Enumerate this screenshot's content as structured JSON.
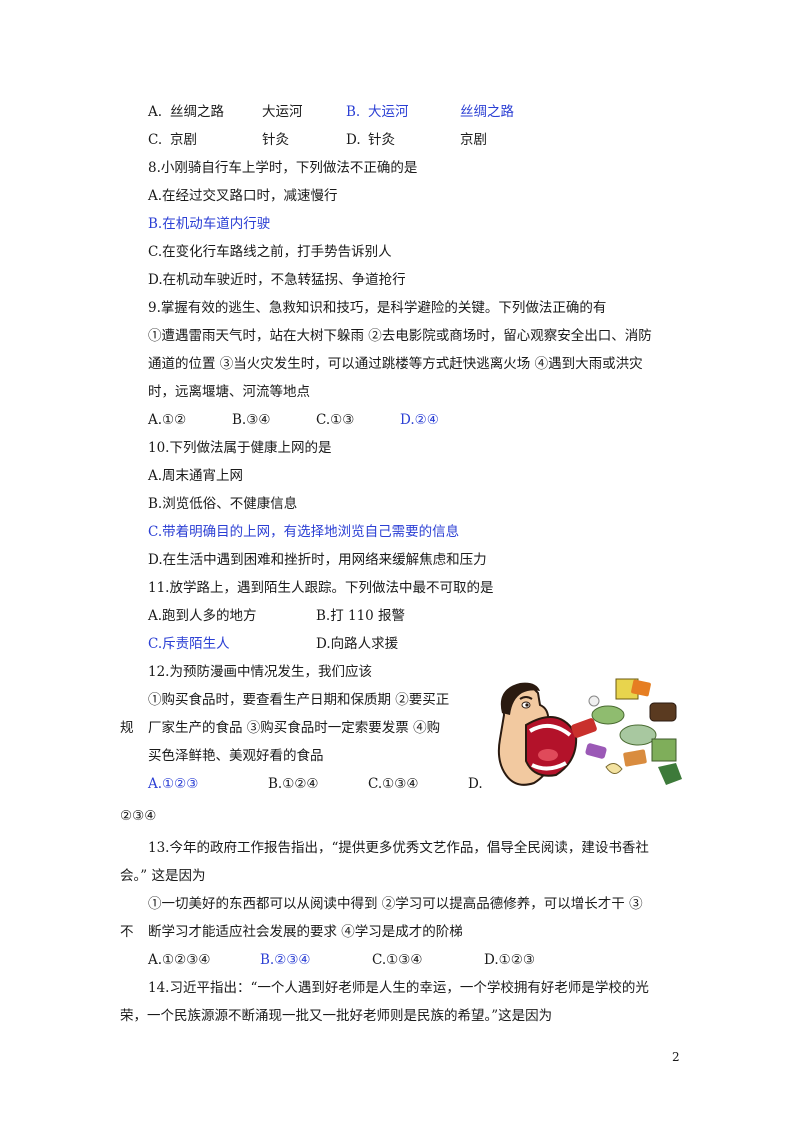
{
  "q7": {
    "row_a": {
      "label": "A.",
      "a": "丝绸之路",
      "b": "大运河",
      "c_label": "B.",
      "c": "大运河",
      "d": "丝绸之路"
    },
    "row_c": {
      "label": "C.",
      "a": "京剧",
      "b": "针灸",
      "c_label": "D.",
      "c": "针灸",
      "d": "京剧"
    }
  },
  "q8": {
    "stem": "8.小刚骑自行车上学时，下列做法不正确的是",
    "options": [
      "A.在经过交叉路口时，减速慢行",
      "B.在机动车道内行驶",
      "C.在变化行车路线之前，打手势告诉别人",
      "D.在机动车驶近时，不急转猛拐、争道抢行"
    ]
  },
  "q9": {
    "stem": "9.掌握有效的逃生、急救知识和技巧，是科学避险的关键。下列做法正确的有",
    "body": [
      "①遭遇雷雨天气时，站在大树下躲雨 ②去电影院或商场时，留心观察安全出口、消防",
      "通道的位置 ③当火灾发生时，可以通过跳楼等方式赶快逃离火场 ④遇到大雨或洪灾",
      "时，远离堰塘、河流等地点"
    ],
    "options": [
      "A.①②",
      "B.③④",
      "C.①③",
      "D.②④"
    ]
  },
  "q10": {
    "stem": "10.下列做法属于健康上网的是",
    "options": [
      "A.周末通宵上网",
      "B.浏览低俗、不健康信息",
      "C.带着明确目的上网，有选择地浏览自己需要的信息",
      "D.在生活中遇到困难和挫折时，用网络来缓解焦虑和压力"
    ]
  },
  "q11": {
    "stem": "11.放学路上，遇到陌生人跟踪。下列做法中最不可取的是",
    "options": [
      "A.跑到人多的地方",
      "B.打 110 报警",
      "C.斥责陌生人",
      "D.向路人求援"
    ]
  },
  "q12": {
    "stem": "12.为预防漫画中情况发生，我们应该",
    "body": [
      "①购买食品时，要查看生产日期和保质期 ②要买正",
      "厂家生产的食品 ③购买食品时一定索要发票 ④购",
      "买色泽鲜艳、美观好看的食品"
    ],
    "margin_char": "规",
    "options": [
      "A.①②③",
      "B.①②④",
      "C.①③④",
      "D."
    ],
    "wrap": "②③④"
  },
  "q13": {
    "stem_1": "13.今年的政府工作报告指出，“提供更多优秀文艺作品，倡导全民阅读，建设书香社",
    "stem_2": "会。”  这是因为",
    "body_1": "①一切美好的东西都可以从阅读中得到 ②学习可以提高品德修养，可以增长才干 ③",
    "margin_char": "不",
    "body_2": "断学习才能适应社会发展的要求 ④学习是成才的阶梯",
    "options": [
      "A.①②③④",
      "B.②③④",
      "C.①③④",
      "D.①②③"
    ]
  },
  "q14": {
    "stem_1": "14.习近平指出：“一个人遇到好老师是人生的幸运，一个学校拥有好老师是学校的光",
    "stem_2": "荣，一个民族源源不断涌现一批又一批好老师则是民族的希望。”这是因为"
  },
  "page_number": "2",
  "colors": {
    "answer_blue": "#2b3fd4",
    "text": "#1a1a1a"
  }
}
